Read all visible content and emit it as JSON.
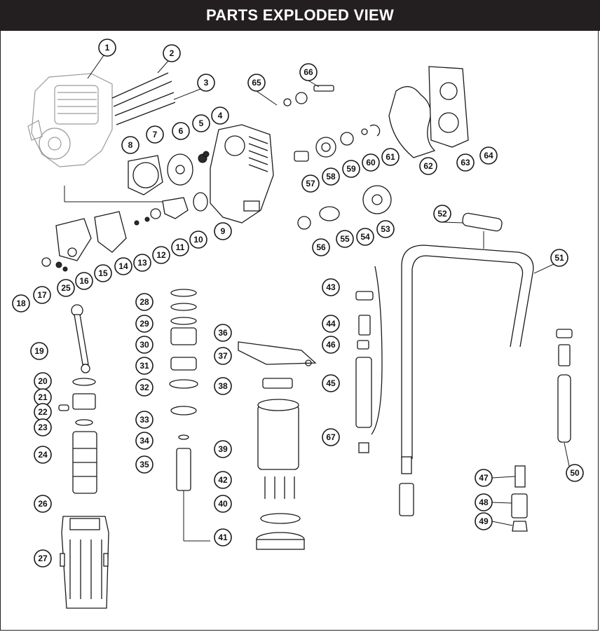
{
  "header": {
    "title": "PARTS EXPLODED VIEW"
  },
  "colors": {
    "header_bg": "#231f20",
    "header_text": "#ffffff",
    "line": "#1a1a1a"
  },
  "callouts": [
    "1",
    "2",
    "3",
    "4",
    "5",
    "6",
    "7",
    "8",
    "9",
    "10",
    "11",
    "12",
    "13",
    "14",
    "15",
    "16",
    "17",
    "18",
    "19",
    "20",
    "21",
    "22",
    "23",
    "24",
    "25",
    "26",
    "27",
    "28",
    "29",
    "30",
    "31",
    "32",
    "33",
    "34",
    "35",
    "36",
    "37",
    "38",
    "39",
    "40",
    "41",
    "42",
    "43",
    "44",
    "45",
    "46",
    "47",
    "48",
    "49",
    "50",
    "51",
    "52",
    "53",
    "54",
    "55",
    "56",
    "57",
    "58",
    "59",
    "60",
    "61",
    "62",
    "63",
    "64",
    "65",
    "66",
    "67"
  ]
}
